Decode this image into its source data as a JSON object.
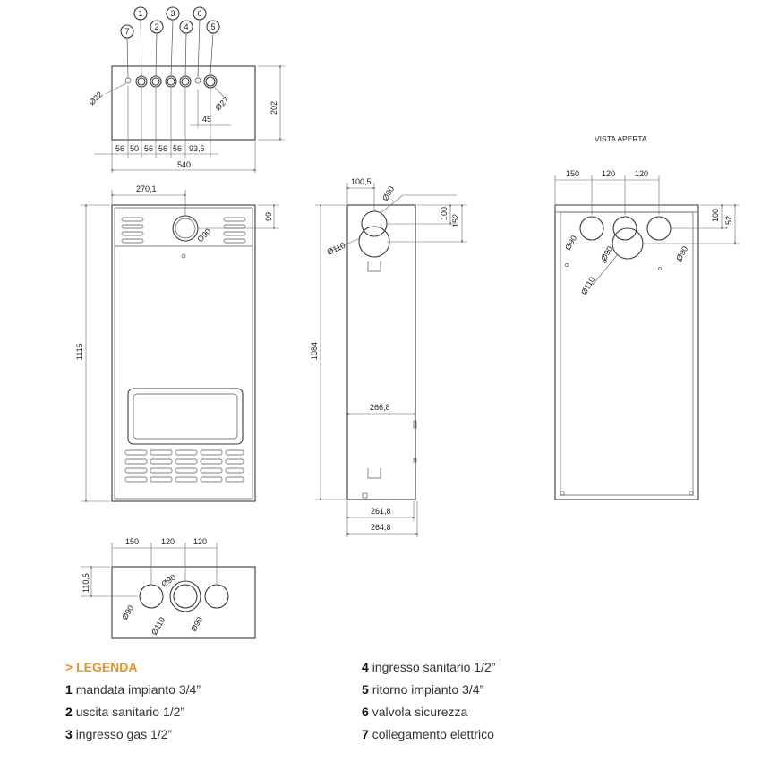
{
  "dimensions": {
    "top_view": [
      "56",
      "50",
      "56",
      "56",
      "56",
      "93,5",
      "540",
      "202",
      "45",
      "Ø22",
      "Ø27"
    ],
    "front_view": [
      "270,1",
      "99",
      "1115",
      "Ø90"
    ],
    "side_view": [
      "100,5",
      "Ø90",
      "Ø110",
      "100",
      "152",
      "1084",
      "266,8",
      "261,8",
      "264,8"
    ],
    "open_view": [
      "150",
      "120",
      "120",
      "100",
      "152",
      "Ø90",
      "Ø90",
      "Ø110",
      "Ø90"
    ],
    "bottom_view": [
      "150",
      "120",
      "120",
      "110,5",
      "Ø90",
      "Ø90",
      "Ø110",
      "Ø90"
    ]
  },
  "callouts": [
    "1",
    "2",
    "3",
    "4",
    "5",
    "6",
    "7"
  ],
  "open_view_title": "VISTA APERTA",
  "legend": {
    "title": "> LEGENDA",
    "items": [
      {
        "num": "1",
        "text": "mandata impianto 3/4”"
      },
      {
        "num": "2",
        "text": "uscita sanitario 1/2”"
      },
      {
        "num": "3",
        "text": "ingresso gas 1/2”"
      },
      {
        "num": "4",
        "text": "ingresso sanitario 1/2”"
      },
      {
        "num": "5",
        "text": "ritorno impianto 3/4”"
      },
      {
        "num": "6",
        "text": "valvola sicurezza"
      },
      {
        "num": "7",
        "text": "collegamento elettrico"
      }
    ]
  },
  "colors": {
    "accent": "#e8931f",
    "line": "#3a3a3a"
  }
}
